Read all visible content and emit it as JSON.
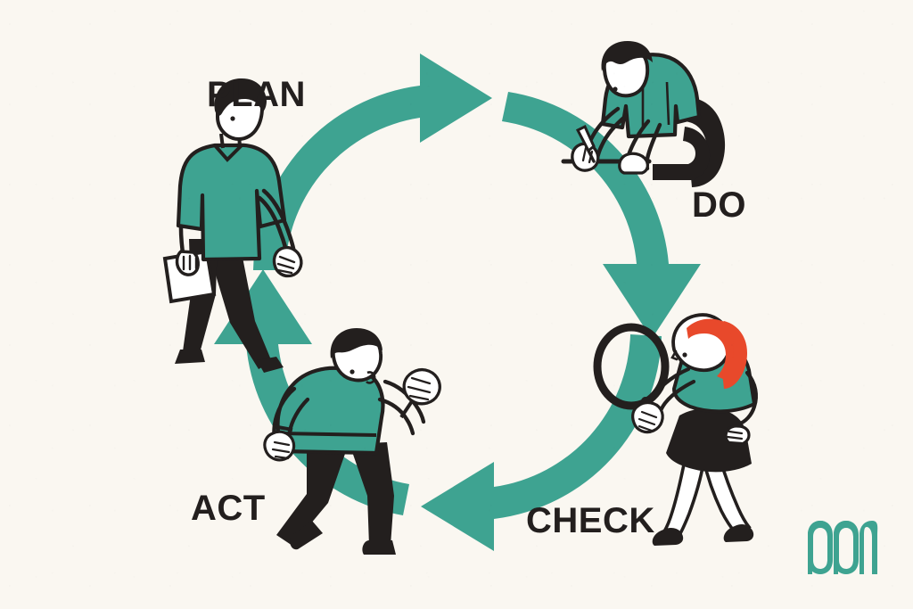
{
  "diagram": {
    "name": "PDCA Cycle (Plan-Do-Check-Act) continuous improvement loop",
    "type": "cycle",
    "background_color": "#faf7f1",
    "accent_color": "#3ea391",
    "ink_color": "#231f1e",
    "hair_accent_color": "#e8492b",
    "stages": [
      {
        "id": "plan",
        "label": "PLAN",
        "order": 1,
        "label_position": "top-left",
        "illustration": "man walking and carrying a folder",
        "figure_colors": {
          "shirt": "#3ea391",
          "pants": "#231f1e",
          "hair": "#231f1e",
          "folder": "#ffffff"
        }
      },
      {
        "id": "do",
        "label": "DO",
        "order": 2,
        "label_position": "top-right",
        "illustration": "person kneeling and drawing a line with a pen",
        "figure_colors": {
          "shirt": "#3ea391",
          "pants": "#231f1e",
          "hair": "#231f1e"
        }
      },
      {
        "id": "check",
        "label": "CHECK",
        "order": 3,
        "label_position": "bottom-right",
        "illustration": "woman with red hair bending and inspecting through a magnifying glass",
        "figure_colors": {
          "top": "#3ea391",
          "skirt": "#231f1e",
          "hair": "#e8492b"
        }
      },
      {
        "id": "act",
        "label": "ACT",
        "order": 4,
        "label_position": "bottom-left",
        "illustration": "man in a sweater striding forward with clenched fists",
        "figure_colors": {
          "sweater": "#3ea391",
          "pants": "#231f1e",
          "hair": "#231f1e"
        }
      }
    ],
    "arrows": [
      {
        "id": "arrow-plan-to-do",
        "from": "plan",
        "to": "do",
        "direction": "clockwise-top",
        "arrowhead": "right"
      },
      {
        "id": "arrow-do-to-check",
        "from": "do",
        "to": "check",
        "direction": "clockwise-right",
        "arrowhead": "down"
      },
      {
        "id": "arrow-check-to-act",
        "from": "check",
        "to": "act",
        "direction": "clockwise-bottom",
        "arrowhead": "left"
      },
      {
        "id": "arrow-act-to-plan",
        "from": "act",
        "to": "plan",
        "direction": "clockwise-left",
        "arrowhead": "up"
      }
    ]
  },
  "logo": {
    "alt": "three-stroke m monogram",
    "color": "#3ea391"
  }
}
